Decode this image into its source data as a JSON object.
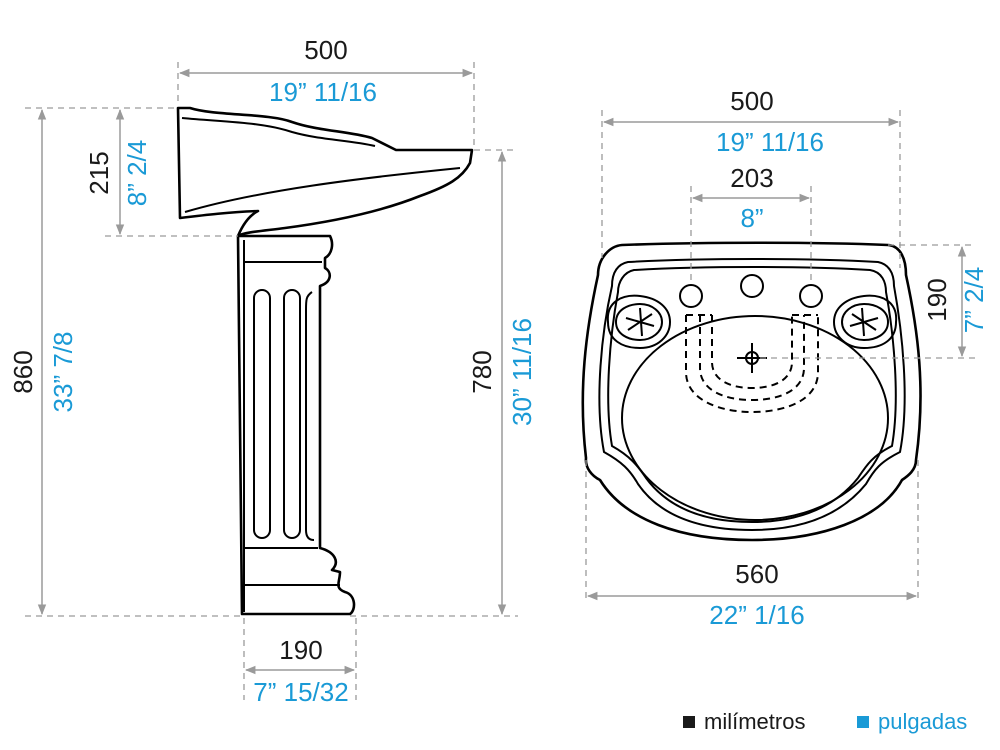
{
  "side_view": {
    "width_mm": "500",
    "width_in": "19” 11/16",
    "bowl_height_mm": "215",
    "bowl_height_in": "8” 2/4",
    "total_height_mm": "860",
    "total_height_in": "33” 7/8",
    "rim_height_mm": "780",
    "rim_height_in": "30” 11/16",
    "pedestal_width_mm": "190",
    "pedestal_width_in": "7” 15/32"
  },
  "top_view": {
    "width_mm": "500",
    "width_in": "19” 11/16",
    "tap_spacing_mm": "203",
    "tap_spacing_in": "8”",
    "depth_mm": "190",
    "depth_in": "7” 2/4",
    "overall_width_mm": "560",
    "overall_width_in": "22” 1/16"
  },
  "legend": {
    "mm_label": "milímetros",
    "inch_label": "pulgadas",
    "mm_color": "#1a1a1a",
    "inch_color": "#1a9ad6"
  }
}
